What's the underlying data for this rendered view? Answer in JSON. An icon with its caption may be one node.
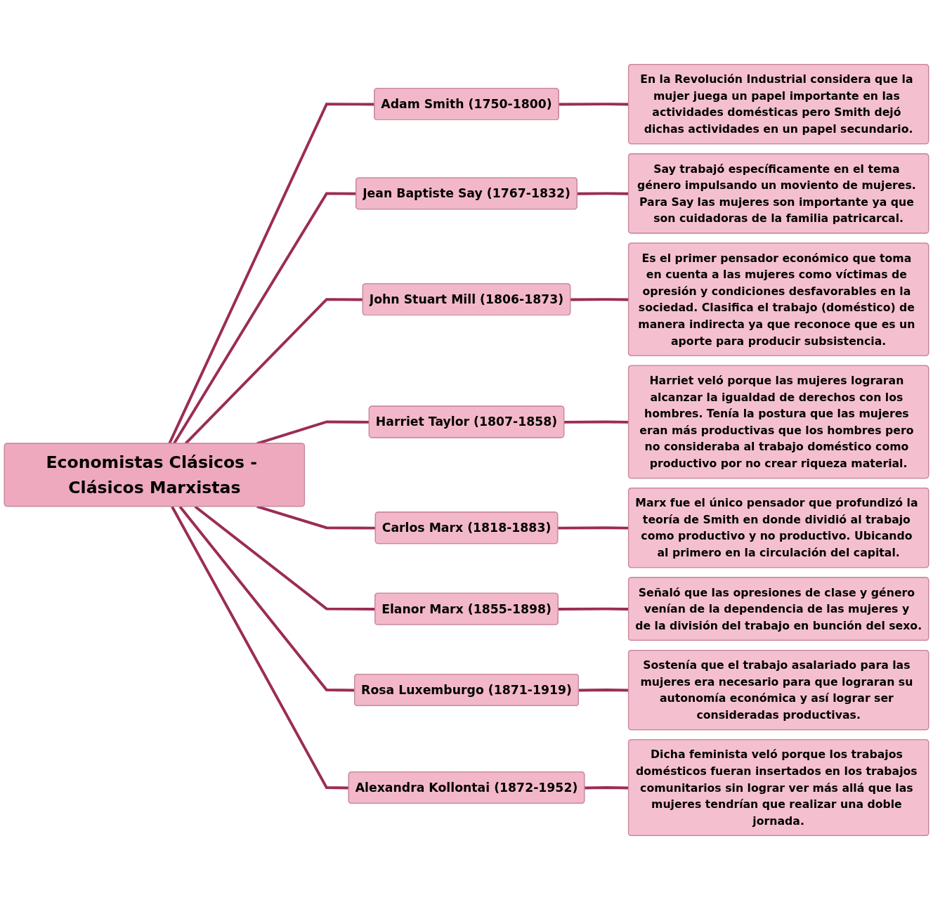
{
  "diagram": {
    "nodes": [
      {
        "text": [
          "Economistas Clásicos - Clásicos Marxistas"
        ]
      },
      {
        "text": [
          "Adam Smith (1750-1800)"
        ]
      },
      {
        "text": [
          "En la Revolución Industrial considera que la mujer juega un papel importante en las actividades domésticas pero Smith dejó dichas actividades en un papel secundario."
        ]
      },
      {
        "text": [
          "Jean Baptiste Say (1767-1832)"
        ]
      },
      {
        "text": [
          "Say trabajó específicamente en el tema género impulsando un moviento de mujeres. Para Say las mujeres son importante ya que son cuidadoras de la familia patricarcal."
        ]
      },
      {
        "text": [
          "John Stuart Mill (1806-1873)"
        ]
      },
      {
        "text": [
          "Es el primer pensador económico que toma en cuenta a las mujeres como víctimas de opresión y condiciones desfavorables en la sociedad. Clasifica el trabajo (doméstico) de manera indirecta ya que reconoce que es un aporte para producir subsistencia."
        ]
      },
      {
        "text": [
          "Harriet Taylor (1807-1858)"
        ]
      },
      {
        "text": [
          "Harriet veló porque las mujeres lograran alcanzar la igualdad de derechos con los hombres. Tenía la postura que las mujeres eran más productivas que los hombres pero no consideraba al trabajo doméstico como productivo por no crear riqueza material."
        ]
      },
      {
        "text": [
          "Carlos Marx (1818-1883)"
        ]
      },
      {
        "text": [
          "Marx fue el único pensador que profundizó la teoría de Smith en donde dividió al trabajo como productivo y no productivo. Ubicando al primero en la circulación del capital."
        ]
      },
      {
        "text": [
          "Elanor Marx (1855-1898)"
        ]
      },
      {
        "text": [
          "Señaló que las opresiones de clase y género venían de la dependencia de las mujeres y de la división del trabajo en bunción del sexo."
        ]
      },
      {
        "text": [
          "Rosa Luxemburgo (1871-1919)"
        ]
      },
      {
        "text": [
          "Sostenía que el trabajo asalariado para las mujeres era necesario para que lograran su autonomía económica y así lograr ser consideradas productivas."
        ]
      },
      {
        "text": [
          "Alexandra Kollontai (1872-1952)"
        ]
      },
      {
        "text": [
          "Dicha feminista veló porque los trabajos domésticos fueran insertados en los trabajos comunitarios sin lograr ver más allá que las mujeres tendrían que realizar una doble jornada."
        ]
      }
    ],
    "edges": [
      {
        "from": 0,
        "to": 1,
        "arrow": "none"
      },
      {
        "from": 0,
        "to": 3,
        "arrow": "none"
      },
      {
        "from": 0,
        "to": 5,
        "arrow": "none"
      },
      {
        "from": 0,
        "to": 7,
        "arrow": "none"
      },
      {
        "from": 0,
        "to": 9,
        "arrow": "none"
      },
      {
        "from": 0,
        "to": 11,
        "arrow": "none"
      },
      {
        "from": 0,
        "to": 13,
        "arrow": "none"
      },
      {
        "from": 0,
        "to": 15,
        "arrow": "none"
      },
      {
        "from": 1,
        "to": 2,
        "arrow": "none"
      },
      {
        "from": 3,
        "to": 4,
        "arrow": "none"
      },
      {
        "from": 5,
        "to": 6,
        "arrow": "none"
      },
      {
        "from": 7,
        "to": 8,
        "arrow": "none"
      },
      {
        "from": 9,
        "to": 10,
        "arrow": "none"
      },
      {
        "from": 11,
        "to": 12,
        "arrow": "none"
      },
      {
        "from": 13,
        "to": 14,
        "arrow": "none"
      },
      {
        "from": 15,
        "to": 16,
        "arrow": "none"
      }
    ]
  }
}
